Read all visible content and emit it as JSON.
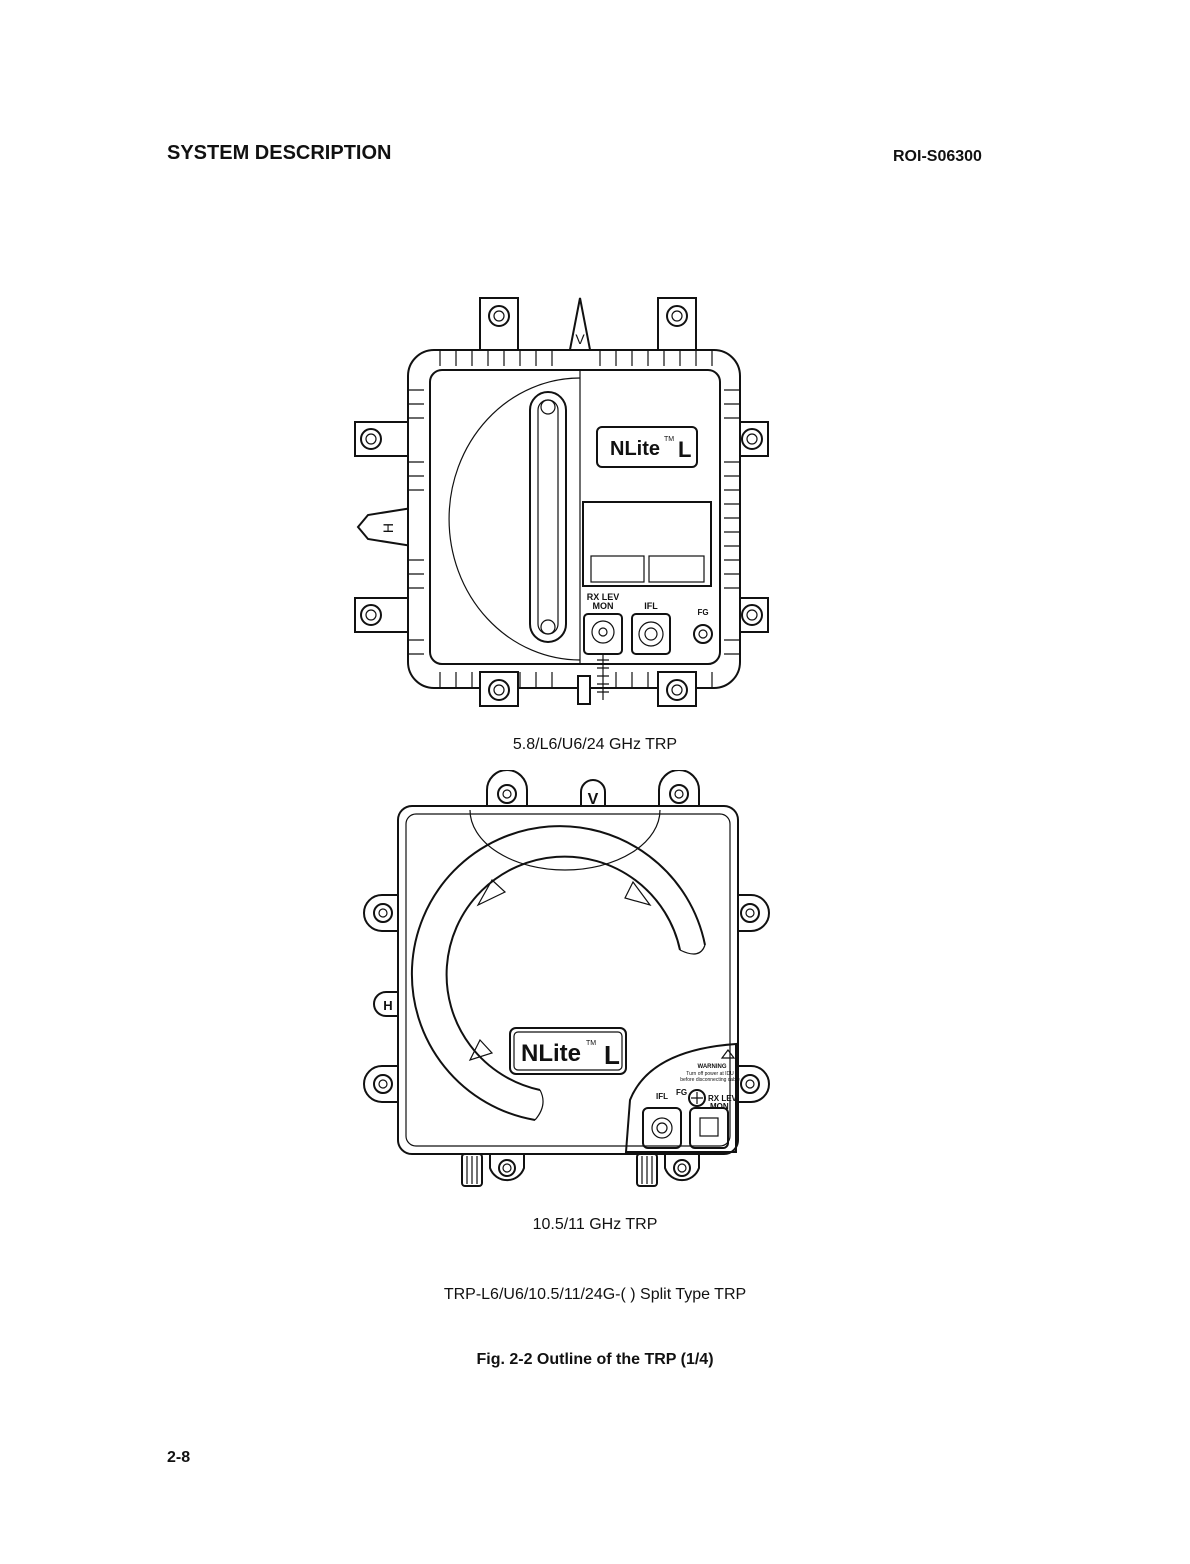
{
  "header": {
    "left": "SYSTEM DESCRIPTION",
    "right": "ROI-S06300"
  },
  "figure1": {
    "caption": "5.8/L6/U6/24 GHz TRP",
    "logo": "NLite",
    "tm": "TM",
    "logo_suffix": "L",
    "port_rx": "RX LEV",
    "port_mon": "MON",
    "port_ifl": "IFL",
    "port_fg": "FG",
    "mark_h": "H",
    "mark_v": "V"
  },
  "figure2": {
    "caption": "10.5/11 GHz TRP",
    "logo": "NLite",
    "tm": "TM",
    "logo_suffix": "L",
    "warning": "WARNING",
    "warning_l1": "Turn off power at IDU",
    "warning_l2": "before disconnecting cable",
    "port_ifl": "IFL",
    "port_fg": "FG",
    "port_rx": "RX LEV",
    "port_mon": "MON",
    "mark_h": "H",
    "mark_v": "V"
  },
  "model_caption": "TRP-L6/U6/10.5/11/24G-( ) Split Type TRP",
  "figure_caption": "Fig. 2-2  Outline of the TRP (1/4)",
  "page_number": "2-8"
}
